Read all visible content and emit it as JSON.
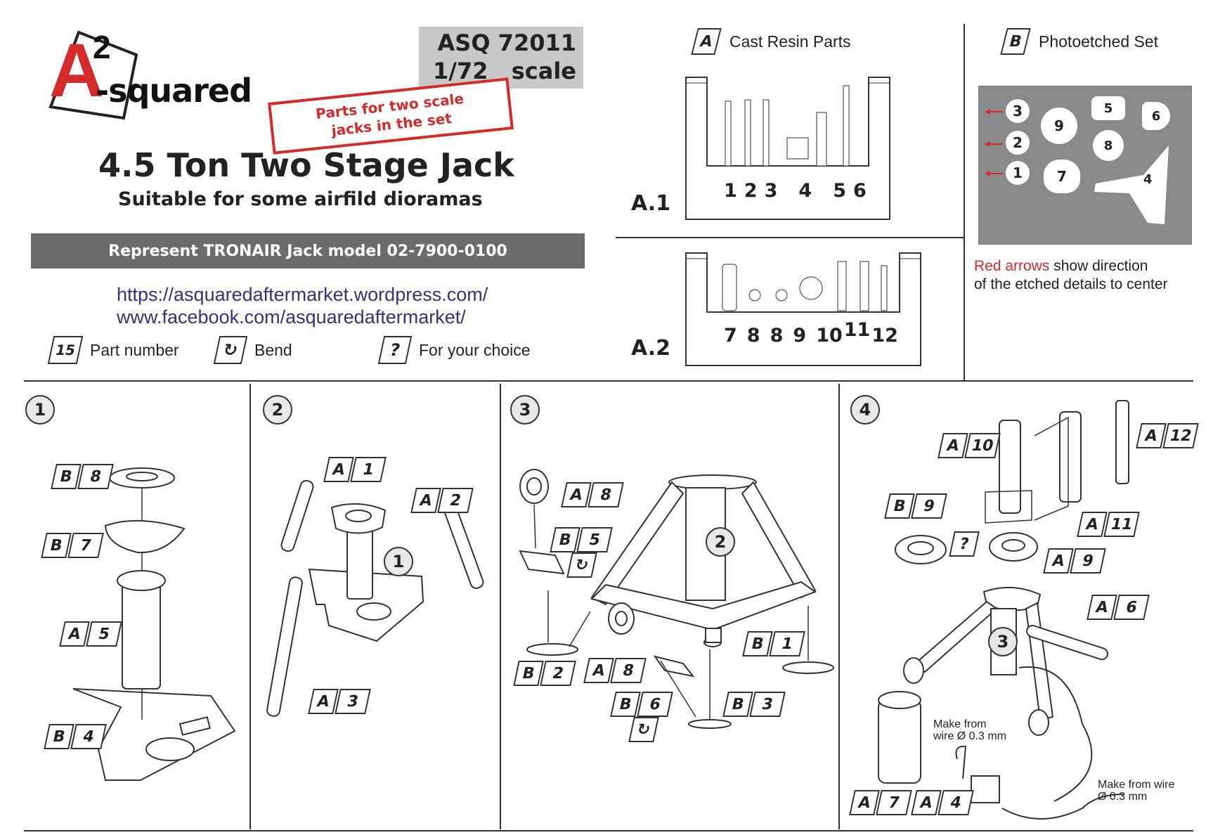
{
  "logo": {
    "mark": "A",
    "super": "2",
    "text": "-squared"
  },
  "code": {
    "line1": "ASQ 72011",
    "line2_scale": "1/72",
    "line2_word": "scale"
  },
  "stamp": {
    "line1": "Parts for two scale",
    "line2": "jacks in the set"
  },
  "title": "4.5 Ton Two Stage Jack",
  "subtitle": "Suitable for some airfild dioramas",
  "banner": "Represent TRONAIR Jack model 02-7900-0100",
  "links": [
    "https://asquaredaftermarket.wordpress.com/",
    "www.facebook.com/asquaredaftermarket/"
  ],
  "legend": [
    {
      "icon": "15",
      "label": "Part number"
    },
    {
      "icon": "↻",
      "label": "Bend"
    },
    {
      "icon": "?",
      "label": "For your choice"
    }
  ],
  "resin": {
    "letter": "A",
    "heading": "Cast Resin Parts",
    "a1": {
      "label": "A.1",
      "numbers": [
        "1",
        "2",
        "3",
        "4",
        "5",
        "6"
      ]
    },
    "a2": {
      "label": "A.2",
      "numbers": [
        "7",
        "8",
        "8",
        "9",
        "10",
        "11",
        "12"
      ]
    }
  },
  "pe": {
    "letter": "B",
    "heading": "Photoetched Set",
    "parts": [
      "3",
      "2",
      "1",
      "9",
      "7",
      "5",
      "8",
      "6",
      "4"
    ],
    "note_red": "Red arrows",
    "note_rest1": " show direction",
    "note_rest2": "of the etched details to center"
  },
  "steps": [
    {
      "num": "1",
      "tags": [
        [
          "B",
          "8"
        ],
        [
          "B",
          "7"
        ],
        [
          "A",
          "5"
        ],
        [
          "B",
          "4"
        ]
      ]
    },
    {
      "num": "2",
      "tags": [
        [
          "A",
          "1"
        ],
        [
          "A",
          "2"
        ],
        [
          "A",
          "3"
        ]
      ],
      "sub": "1"
    },
    {
      "num": "3",
      "tags": [
        [
          "A",
          "8"
        ],
        [
          "B",
          "5"
        ],
        [
          "B",
          "2"
        ],
        [
          "A",
          "8"
        ],
        [
          "B",
          "6"
        ],
        [
          "B",
          "1"
        ],
        [
          "B",
          "3"
        ]
      ],
      "sub": "2"
    },
    {
      "num": "4",
      "tags": [
        [
          "A",
          "10"
        ],
        [
          "A",
          "12"
        ],
        [
          "B",
          "9"
        ],
        [
          "A",
          "11"
        ],
        [
          "A",
          "9"
        ],
        [
          "A",
          "6"
        ],
        [
          "A",
          "7"
        ],
        [
          "A",
          "4"
        ]
      ],
      "sub": "3",
      "note1_a": "Make from",
      "note1_b": "wire Ø 0.3 mm",
      "note2_a": "Make from wire",
      "note2_b": "Ø 0.3 mm"
    }
  ],
  "colors": {
    "accent_red": "#d42a2a",
    "banner_gray": "#6b6b6b",
    "link_blue": "#3a2f7a",
    "pe_gray": "#8a8a8a"
  }
}
